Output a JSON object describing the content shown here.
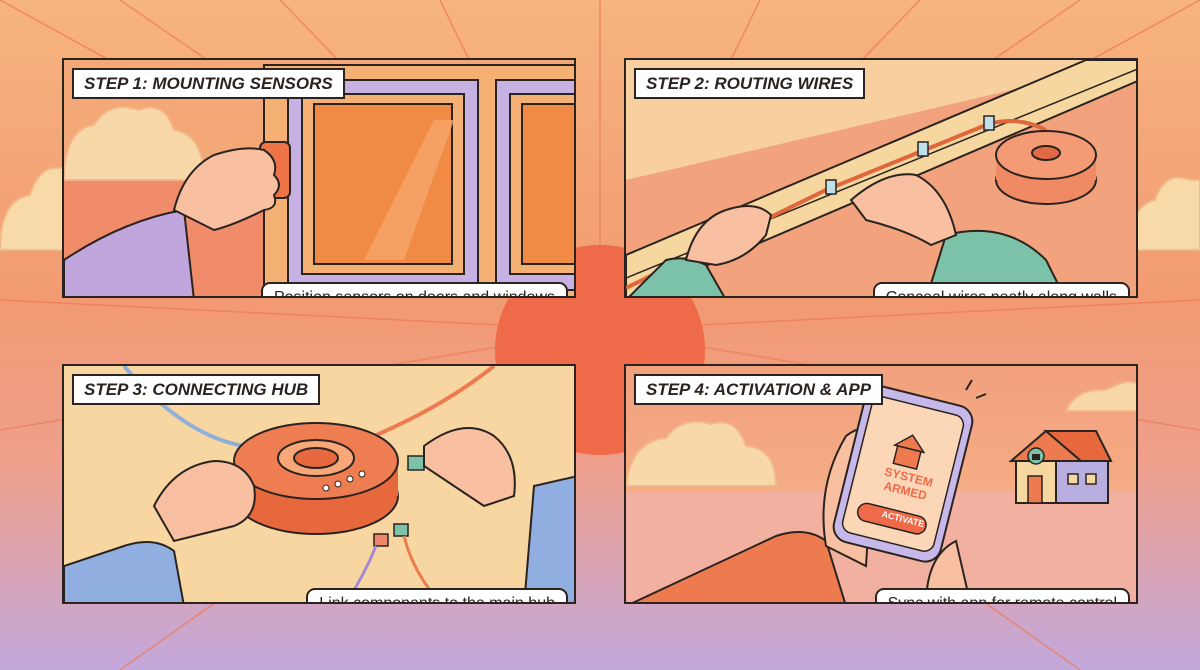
{
  "steps": [
    {
      "title": "STEP 1: MOUNTING SENSORS",
      "caption": "Position sensors on doors and windows"
    },
    {
      "title": "STEP 2: ROUTING WIRES",
      "caption": "Conceal wires neatly along walls"
    },
    {
      "title": "STEP 3: CONNECTING HUB",
      "caption": "Link components to the main hub"
    },
    {
      "title": "STEP 4: ACTIVATION & APP",
      "caption": "Sync with app for remote control"
    }
  ],
  "phone": {
    "status_line1": "SYSTEM",
    "status_line2": "ARMED",
    "button_label": "ACTIVATE"
  },
  "colors": {
    "outline": "#2a2320",
    "sky_orange": "#f6b47a",
    "sunset_red": "#ee6e4c",
    "beige": "#f7d7a0",
    "lavender": "#b8aee0",
    "teal": "#7cc2a8",
    "hub_orange": "#ee7b4f"
  },
  "icons": [
    "house-icon",
    "lock-icon",
    "cloud-icon",
    "sun-icon"
  ]
}
